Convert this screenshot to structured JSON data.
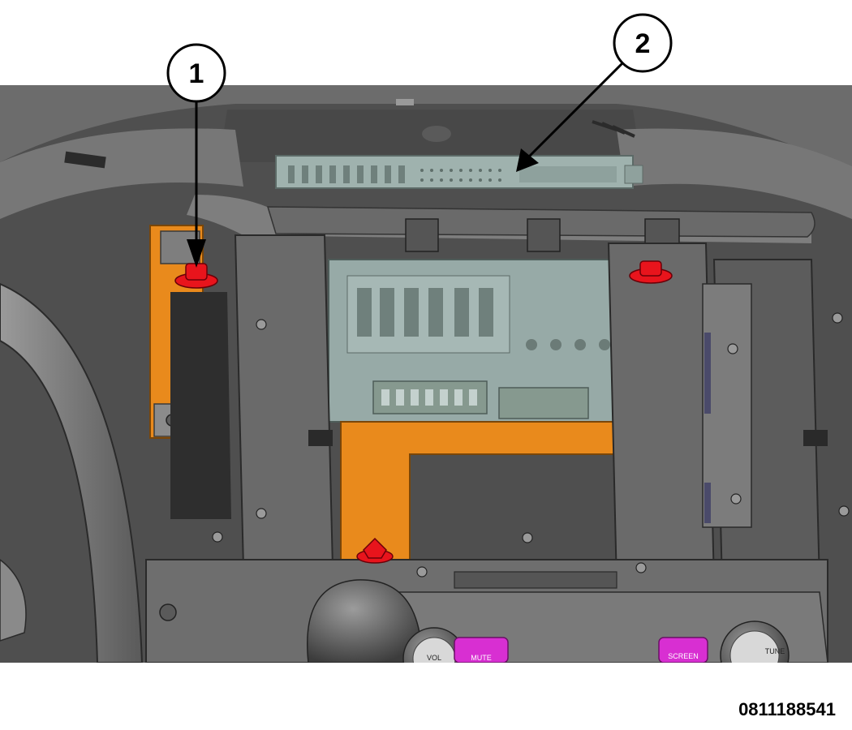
{
  "callouts": [
    {
      "number": "1",
      "target": "mounting screw"
    },
    {
      "number": "2",
      "target": "radio module"
    }
  ],
  "buttons": {
    "vol": "VOL",
    "mute": "MUTE",
    "screen": "SCREEN",
    "tune": "TUNE"
  },
  "figure_id": "0811188541",
  "colors": {
    "dash": "#5e5e5e",
    "dash_dark": "#3a3a3a",
    "dash_light": "#8a8a8a",
    "bracket": "#e98a1c",
    "module": "#97aaa7",
    "screw_highlight": "#e8141c",
    "button": "#d82fd2"
  }
}
